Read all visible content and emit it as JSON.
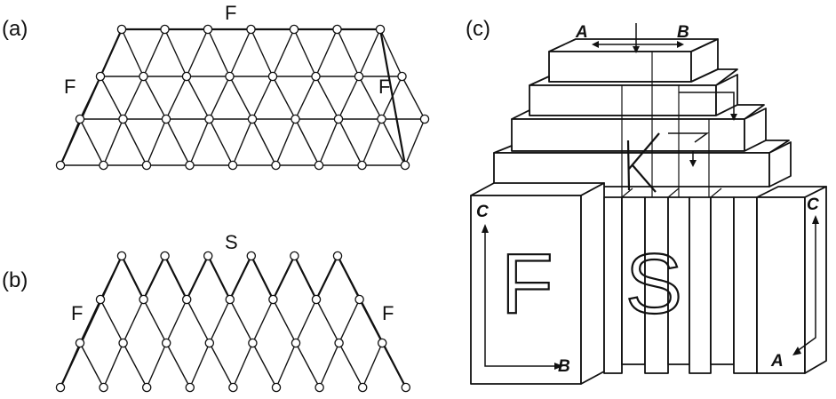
{
  "panels": {
    "a": {
      "label": "(a)",
      "top_label": "F",
      "left_label": "F",
      "right_label": "F"
    },
    "b": {
      "label": "(b)",
      "top_label": "S",
      "left_label": "F",
      "right_label": "F"
    },
    "c": {
      "label": "(c)",
      "face_left_letter": "F",
      "face_center_letter": "S",
      "step_label": "K",
      "axis_top_left": "A",
      "axis_top_right": "B",
      "axis_left_top": "C",
      "axis_left_bottom": "B",
      "axis_right_top": "C",
      "axis_right_bottom": "A"
    }
  }
}
